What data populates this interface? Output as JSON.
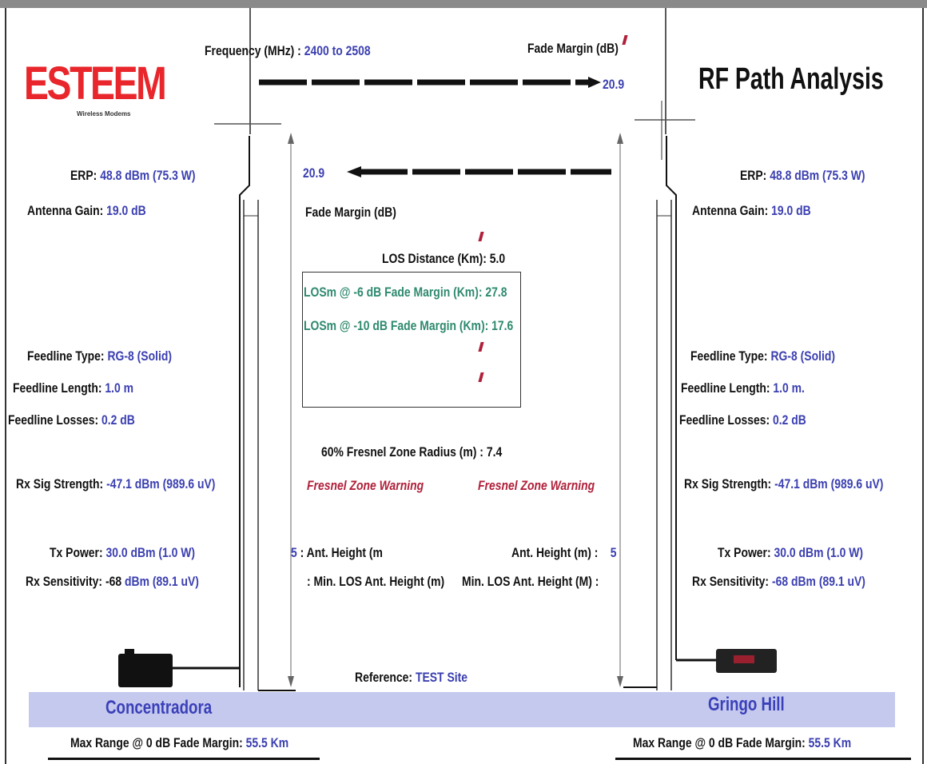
{
  "logo": {
    "brand": "ESTEEM",
    "tagline": "Wireless Modems"
  },
  "title": "RF Path Analysis",
  "frequency": {
    "label": "Frequency (MHz) :",
    "value": "2400 to 2508"
  },
  "fade_margin_top": {
    "label": "Fade Margin (dB)",
    "value": "20.9"
  },
  "fade_margin_bottom": {
    "label": "Fade Margin (dB)",
    "value": "20.9"
  },
  "left_site": {
    "name": "Concentradora",
    "erp_label": "ERP:",
    "erp_value": "48.8 dBm (75.3 W)",
    "gain_label": "Antenna Gain:",
    "gain_value": "19.0 dB",
    "feed_type_label": "Feedline Type:",
    "feed_type_value": "RG-8 (Solid)",
    "feed_len_label": "Feedline Length:",
    "feed_len_value": "1.0 m",
    "feed_loss_label": "Feedline Losses:",
    "feed_loss_value": "0.2 dB",
    "rx_sig_label": "Rx Sig Strength:",
    "rx_sig_value": "-47.1 dBm (989.6 uV)",
    "tx_label": "Tx Power:",
    "tx_value": "30.0 dBm (1.0 W)",
    "rx_sens_label": "Rx Sensitivity:",
    "rx_sens_prefix": "-68",
    "rx_sens_value": "dBm (89.1 uV)",
    "max_range_label": "Max Range @ 0 dB Fade Margin:",
    "max_range_value": "55.5 Km"
  },
  "right_site": {
    "name": "Gringo Hill",
    "erp_label": "ERP:",
    "erp_value": "48.8 dBm (75.3 W)",
    "gain_label": "Antenna Gain:",
    "gain_value": "19.0 dB",
    "feed_type_label": "Feedline Type:",
    "feed_type_value": "RG-8 (Solid)",
    "feed_len_label": "Feedline Length:",
    "feed_len_value": "1.0 m.",
    "feed_loss_label": "Feedline Losses:",
    "feed_loss_value": "0.2 dB",
    "rx_sig_label": "Rx Sig Strength:",
    "rx_sig_value": "-47.1 dBm (989.6 uV)",
    "tx_label": "Tx Power:",
    "tx_value": "30.0 dBm (1.0 W)",
    "rx_sens_label": "Rx Sensitivity:",
    "rx_sens_value": "-68 dBm (89.1 uV)",
    "max_range_label": "Max Range @ 0 dB Fade Margin:",
    "max_range_value": "55.5 Km"
  },
  "center": {
    "los_distance_label": "LOS Distance (Km):",
    "los_distance_value": "5.0",
    "los6_label": "LOSm @ -6 dB Fade Margin (Km):",
    "los6_value": "27.8",
    "los10_label": "LOSm @ -10 dB Fade Margin (Km):",
    "los10_value": "17.6",
    "fresnel_label": "60% Fresnel Zone Radius (m) :",
    "fresnel_value": "7.4",
    "fresnel_warning_left": "Fresnel Zone Warning",
    "fresnel_warning_right": "Fresnel Zone Warning",
    "left_ant_height_value": "5",
    "left_ant_height_label": ": Ant. Height (m",
    "left_min_los_label": ": Min. LOS Ant. Height (m)",
    "right_ant_height_label": "Ant. Height (m) :",
    "right_ant_height_value": "5",
    "right_min_los_label": "Min. LOS Ant. Height (M) :",
    "reference_label": "Reference:",
    "reference_value": "TEST Site"
  },
  "colors": {
    "value_blue": "#3b3fb0",
    "los_green": "#2f8a6f",
    "warning_red": "#b0203a",
    "logo_red": "#e8262b",
    "band": "#c5c9ee"
  }
}
